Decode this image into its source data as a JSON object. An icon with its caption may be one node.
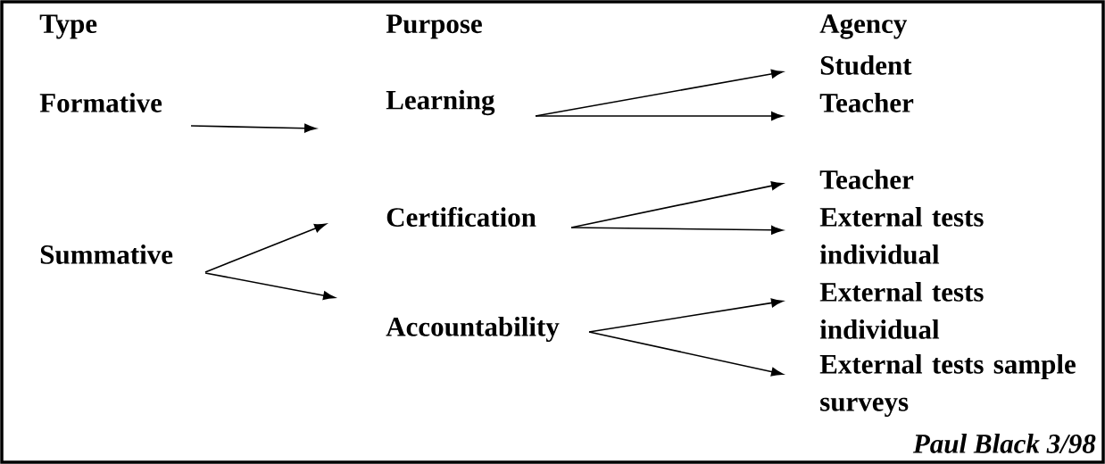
{
  "diagram": {
    "nodes": [
      {
        "text": [
          "Formative"
        ]
      },
      {
        "text": [
          "Summative"
        ]
      },
      {
        "text": [
          "Learning"
        ]
      },
      {
        "text": [
          "Certification"
        ]
      },
      {
        "text": [
          "Accountability"
        ]
      },
      {
        "text": [
          "Student"
        ]
      },
      {
        "text": [
          "Teacher"
        ]
      },
      {
        "text": [
          "Teacher"
        ]
      },
      {
        "text": [
          "External tests individual"
        ]
      },
      {
        "text": [
          "External tests individual"
        ]
      },
      {
        "text": [
          "External tests sample surveys"
        ]
      }
    ],
    "edges": [
      {
        "from": 0,
        "to": 2,
        "arrow": "to"
      },
      {
        "from": 1,
        "to": 3,
        "arrow": "to"
      },
      {
        "from": 1,
        "to": 4,
        "arrow": "to"
      },
      {
        "from": 2,
        "to": 5,
        "arrow": "to"
      },
      {
        "from": 2,
        "to": 6,
        "arrow": "to"
      },
      {
        "from": 3,
        "to": 7,
        "arrow": "to"
      },
      {
        "from": 3,
        "to": 8,
        "arrow": "to"
      },
      {
        "from": 4,
        "to": 9,
        "arrow": "to"
      },
      {
        "from": 4,
        "to": 10,
        "arrow": "to"
      }
    ],
    "labels": [
      "Type",
      "Purpose",
      "Agency",
      "Paul Black 3/98"
    ]
  }
}
